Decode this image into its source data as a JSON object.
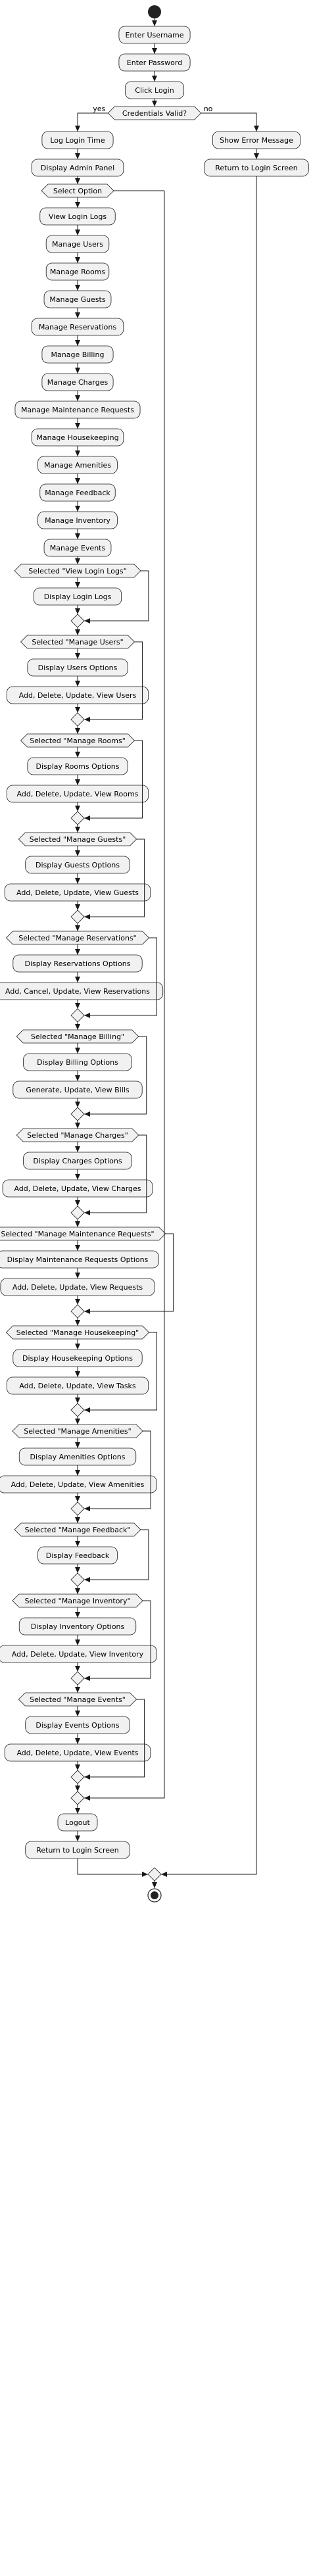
{
  "diagram": {
    "type": "activity",
    "nodes": {
      "enter_username": "Enter Username",
      "enter_password": "Enter Password",
      "click_login": "Click Login",
      "credentials_check": "Credentials Valid?",
      "yes_label": "yes",
      "no_label": "no",
      "log_login_time": "Log Login Time",
      "display_admin_panel": "Display Admin Panel",
      "show_error": "Show Error Message",
      "return_login_error": "Return to Login Screen",
      "select_option": "Select Option",
      "logout": "Logout",
      "return_login_end": "Return to Login Screen"
    },
    "menu_items": [
      "View Login Logs",
      "Manage Users",
      "Manage Rooms",
      "Manage Guests",
      "Manage Reservations",
      "Manage Billing",
      "Manage Charges",
      "Manage Maintenance Requests",
      "Manage Housekeeping",
      "Manage Amenities",
      "Manage Feedback",
      "Manage Inventory",
      "Manage Events"
    ],
    "branches": [
      {
        "condition": "Selected \"View Login Logs\"",
        "actions": [
          "Display Login Logs"
        ]
      },
      {
        "condition": "Selected \"Manage Users\"",
        "actions": [
          "Display Users Options",
          "Add, Delete, Update, View Users"
        ]
      },
      {
        "condition": "Selected \"Manage Rooms\"",
        "actions": [
          "Display Rooms Options",
          "Add, Delete, Update, View Rooms"
        ]
      },
      {
        "condition": "Selected \"Manage Guests\"",
        "actions": [
          "Display Guests Options",
          "Add, Delete, Update, View Guests"
        ]
      },
      {
        "condition": "Selected \"Manage Reservations\"",
        "actions": [
          "Display Reservations Options",
          "Add, Cancel, Update, View Reservations"
        ]
      },
      {
        "condition": "Selected \"Manage Billing\"",
        "actions": [
          "Display Billing Options",
          "Generate, Update, View Bills"
        ]
      },
      {
        "condition": "Selected \"Manage Charges\"",
        "actions": [
          "Display Charges Options",
          "Add, Delete, Update, View Charges"
        ]
      },
      {
        "condition": "Selected \"Manage Maintenance Requests\"",
        "actions": [
          "Display Maintenance Requests Options",
          "Add, Delete, Update, View Requests"
        ]
      },
      {
        "condition": "Selected \"Manage Housekeeping\"",
        "actions": [
          "Display Housekeeping Options",
          "Add, Delete, Update, View Tasks"
        ]
      },
      {
        "condition": "Selected \"Manage Amenities\"",
        "actions": [
          "Display Amenities Options",
          "Add, Delete, Update, View Amenities"
        ]
      },
      {
        "condition": "Selected \"Manage Feedback\"",
        "actions": [
          "Display Feedback"
        ]
      },
      {
        "condition": "Selected \"Manage Inventory\"",
        "actions": [
          "Display Inventory Options",
          "Add, Delete, Update, View Inventory"
        ]
      },
      {
        "condition": "Selected \"Manage Events\"",
        "actions": [
          "Display Events Options",
          "Add, Delete, Update, View Events"
        ]
      }
    ]
  }
}
